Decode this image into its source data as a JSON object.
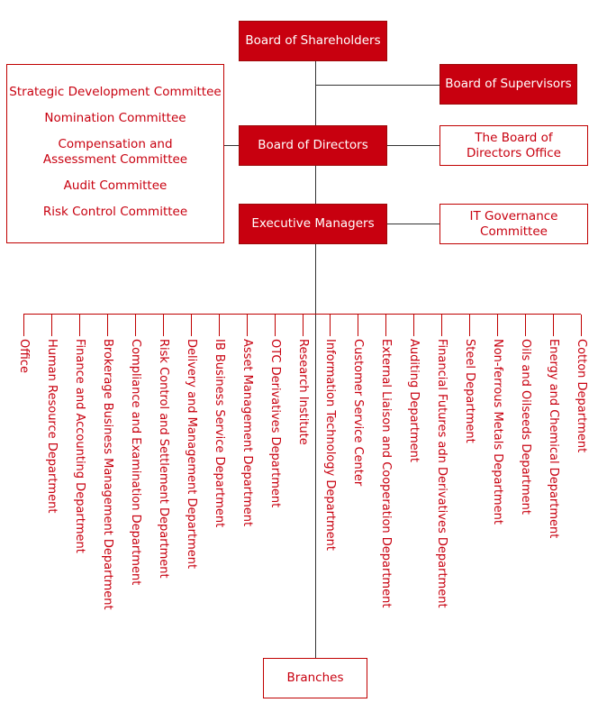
{
  "top": "Board of Shareholders",
  "supervisors": "Board of Supervisors",
  "directors": "Board of Directors",
  "directors_office": "The Board of Directors Office",
  "executives": "Executive Managers",
  "it_governance": "IT Governance Committee",
  "committees": [
    "Strategic Development Committee",
    "Nomination Committee",
    "Compensation and Assessment Committee",
    "Audit Committee",
    "Risk Control Committee"
  ],
  "departments": [
    "Office",
    "Human Resource Department",
    "Finance and Accounting Department",
    "Brokerage Business Management Department",
    "Compliance and Examination Department",
    "Risk Control and Settlement Department",
    "Delivery and Management Department",
    "IB Business Service Department",
    "Asset Management Department",
    "OTC Derivatives Department",
    "Research Institute",
    "Information Technology Department",
    "Customer Service Center",
    "External Liaison and Cooperation Department",
    "Auditing Department",
    "Financial Futures adn Derivatives Department",
    "Steel Department",
    "Non-ferrous Metals Department",
    "Oils and Oilseeds Department",
    "Energy and Chemical Department",
    "Cotton Department"
  ],
  "branches": "Branches",
  "colors": {
    "accent": "#c8000f",
    "line": "#333333"
  }
}
